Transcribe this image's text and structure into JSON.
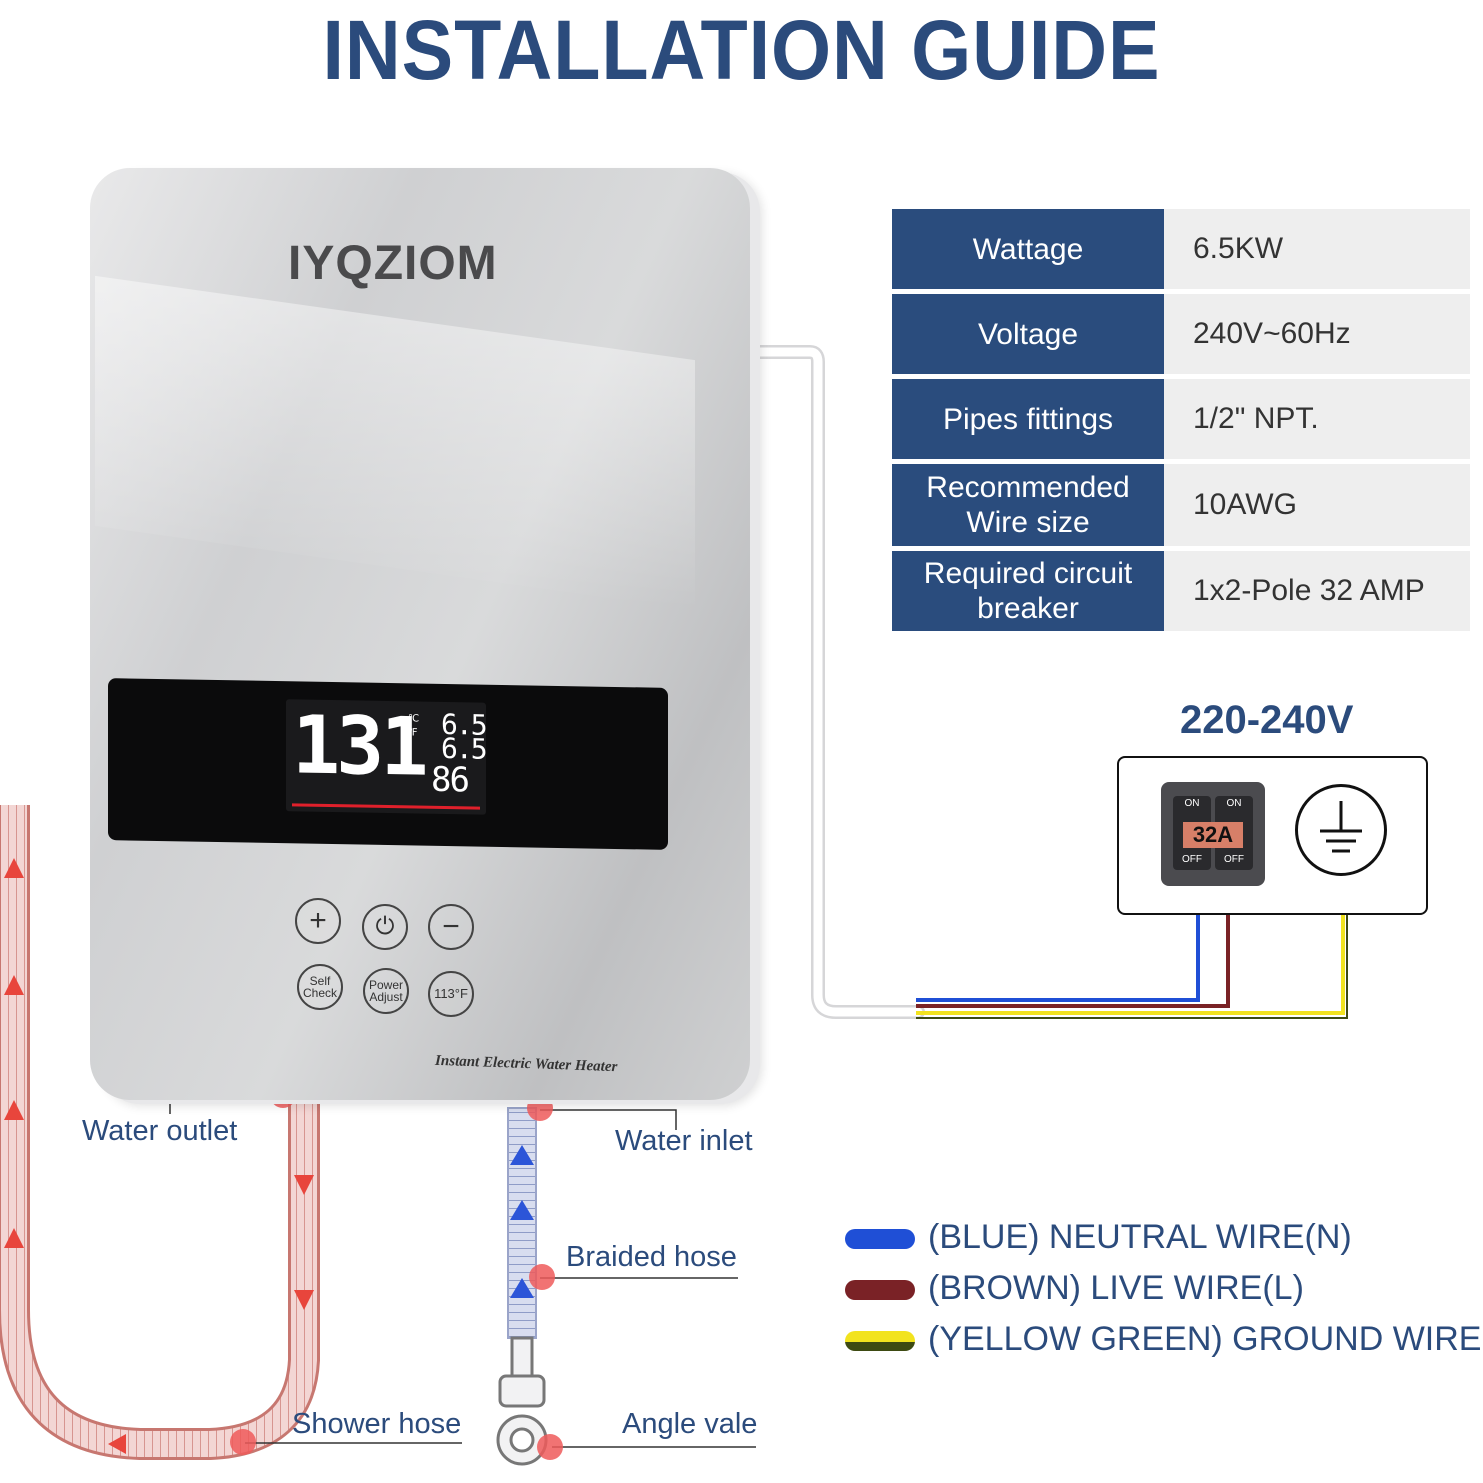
{
  "title": "INSTALLATION GUIDE",
  "device": {
    "brand": "IYQZIOM",
    "display": {
      "temperature": "131",
      "unit_c": "℃",
      "unit_f": "℉",
      "power": "6.5",
      "flow": "6.5",
      "secondary_temp": "86"
    },
    "buttons": {
      "plus": "+",
      "power": "⏻",
      "minus": "−",
      "self_check": "Self Check",
      "power_adjust": "Power Adjust",
      "temp_preset": "113°F"
    },
    "product_label": "Instant Electric Water Heater"
  },
  "specs": [
    {
      "key": "Wattage",
      "value": "6.5KW"
    },
    {
      "key": "Voltage",
      "value": "240V~60Hz"
    },
    {
      "key": "Pipes fittings",
      "value": "1/2\" NPT."
    },
    {
      "key": "Recommended Wire size",
      "value": "10AWG"
    },
    {
      "key": "Required circuit breaker",
      "value": "1x2-Pole 32 AMP"
    }
  ],
  "electrical": {
    "voltage_range": "220-240V",
    "breaker_rating": "32A",
    "switch_on": "ON",
    "switch_off": "OFF"
  },
  "plumbing_labels": {
    "water_outlet": "Water outlet",
    "water_inlet": "Water inlet",
    "braided_hose": "Braided hose",
    "shower_hose": "Shower hose",
    "angle_valve": "Angle vale"
  },
  "legend": [
    {
      "label": "(BLUE) NEUTRAL WIRE(N)",
      "color": "#1f4fd6"
    },
    {
      "label": "(BROWN) LIVE WIRE(L)",
      "color": "#7a2226"
    },
    {
      "label": "(YELLOW GREEN) GROUND WIRE(E)",
      "color": "#f2e31e",
      "color2": "#3d4a12"
    }
  ],
  "colors": {
    "title": "#2b4b7c",
    "table_header": "#2a4c7d",
    "table_value_bg": "#eeeeee",
    "hot_arrow": "#e8453c",
    "cold_arrow": "#2c55d8"
  }
}
